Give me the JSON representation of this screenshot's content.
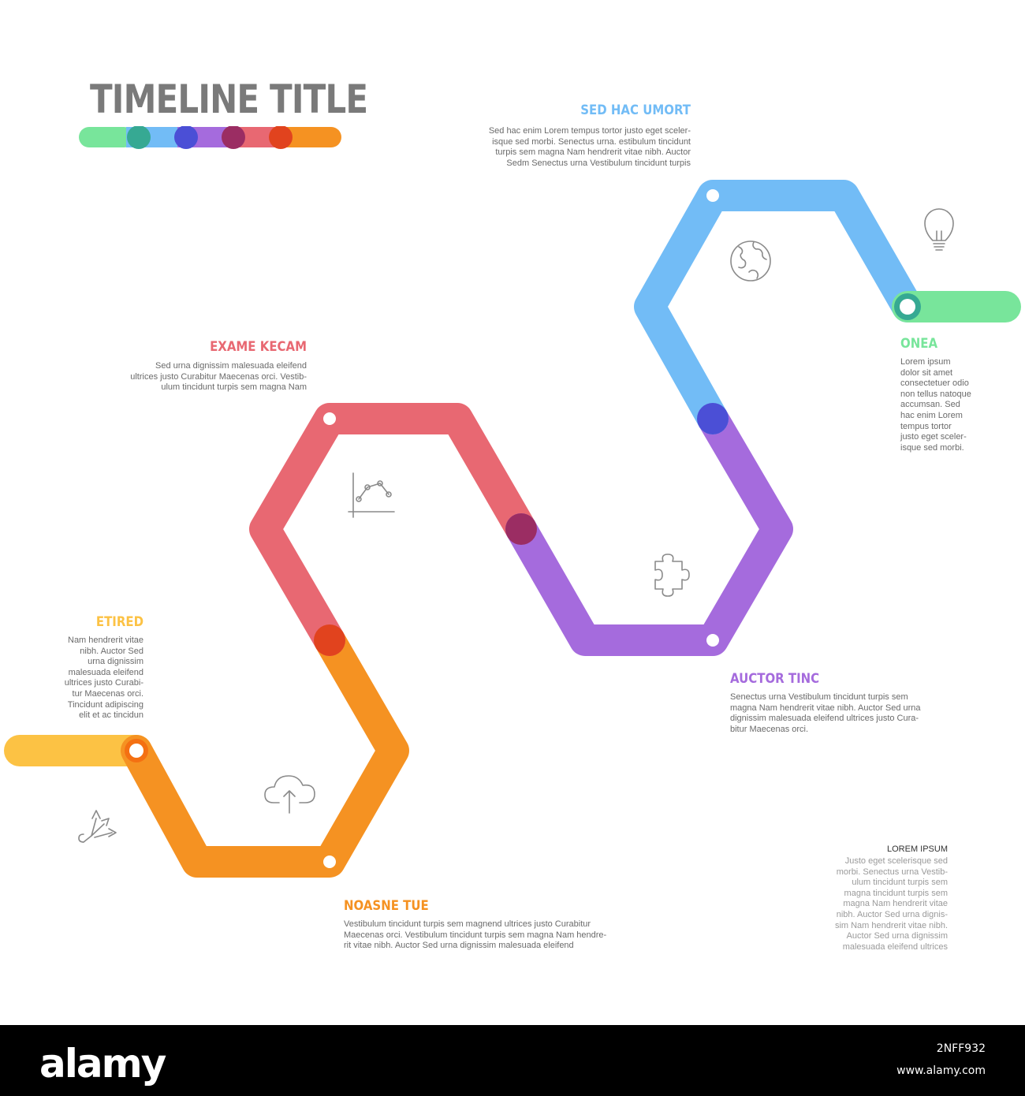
{
  "title": "TIMELINE TITLE",
  "colors": {
    "green": "#78e59b",
    "blue": "#72bcf6",
    "purple": "#a56bdd",
    "red": "#e86872",
    "orange": "#f59222",
    "yellow": "#fcc244",
    "darkblue": "#4b4fd6",
    "teal": "#36a993",
    "maroon": "#9b2d63",
    "darkred": "#e1431e"
  },
  "steps": [
    {
      "heading": "SED HAC UMORT",
      "color": "#72bcf6",
      "text": "Sed hac enim Lorem tempus tortor justo eget sceler-\nisque sed morbi. Senectus urna. estibulum tincidunt\nturpis sem magna Nam hendrerit vitae nibh. Auctor\nSedm Senectus urna Vestibulum tincidunt turpis",
      "icon": "globe-icon"
    },
    {
      "heading": "ONEA",
      "color": "#78e59b",
      "text": "Lorem ipsum\ndolor sit amet\nconsectetuer odio\nnon tellus natoque\naccumsan. Sed\nhac enim Lorem\ntempus tortor\njusto eget sceler-\nisque sed morbi.",
      "icon": "lightbulb-icon"
    },
    {
      "heading": "EXAME KECAM",
      "color": "#e86872",
      "text": "Sed urna dignissim malesuada eleifend\nultrices justo Curabitur Maecenas orci. Vestib-\nulum tincidunt turpis sem magna Nam",
      "icon": "line-chart-icon"
    },
    {
      "heading": "AUCTOR TINC",
      "color": "#a56bdd",
      "text": "Senectus urna Vestibulum tincidunt turpis sem\nmagna Nam hendrerit vitae nibh. Auctor Sed urna\ndignissim malesuada eleifend ultrices justo Cura-\nbitur Maecenas orci.",
      "icon": "puzzle-icon"
    },
    {
      "heading": "ETIRED",
      "color": "#fcc244",
      "text": "Nam hendrerit vitae\nnibh. Auctor Sed\nurna dignissim\nmalesuada eleifend\nultrices justo Curabi-\ntur Maecenas orci.\nTincidunt adipiscing\nelit et ac tincidun",
      "icon": "arrows-split-icon"
    },
    {
      "heading": "NOASNE TUE",
      "color": "#f59222",
      "text": "Vestibulum tincidunt turpis sem magnend ultrices justo Curabitur\nMaecenas orci. Vestibulum tincidunt turpis sem magna Nam hendre-\nrit vitae nibh. Auctor Sed urna dignissim malesuada eleifend",
      "icon": "cloud-upload-icon"
    }
  ],
  "note": {
    "heading": "LOREM IPSUM",
    "text": "Justo eget scelerisque sed\nmorbi. Senectus urna Vestib-\nulum tincidunt turpis sem\nmagna tincidunt turpis sem\nmagna Nam hendrerit vitae\nnibh. Auctor Sed urna dignis-\nsim Nam hendrerit vitae nibh.\nAuctor Sed urna dignissim\nmalesuada eleifend ultrices"
  },
  "watermark": {
    "brand": "alamy",
    "image_id": "2NFF932",
    "site": "www.alamy.com"
  }
}
